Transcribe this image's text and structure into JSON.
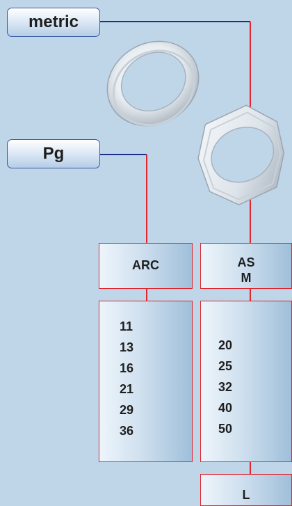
{
  "tags": {
    "metric": "metric",
    "pg": "Pg"
  },
  "columns": {
    "arc": {
      "header": "ARC",
      "sizes": [
        "11",
        "13",
        "16",
        "21",
        "29",
        "36"
      ]
    },
    "asm": {
      "header_line1": "AS",
      "header_line2": "M",
      "sizes": [
        "20",
        "25",
        "32",
        "40",
        "50"
      ]
    }
  },
  "bottom_box": {
    "label": "L"
  },
  "colors": {
    "background": "#bfd5e8",
    "connector_blue": "#1c2f8f",
    "connector_red": "#e0262e",
    "tag_border": "#3b5ba5",
    "box_border": "#e0262e"
  },
  "icons": {
    "round_ring": "round-locknut-icon",
    "hex_ring": "hex-locknut-icon"
  }
}
